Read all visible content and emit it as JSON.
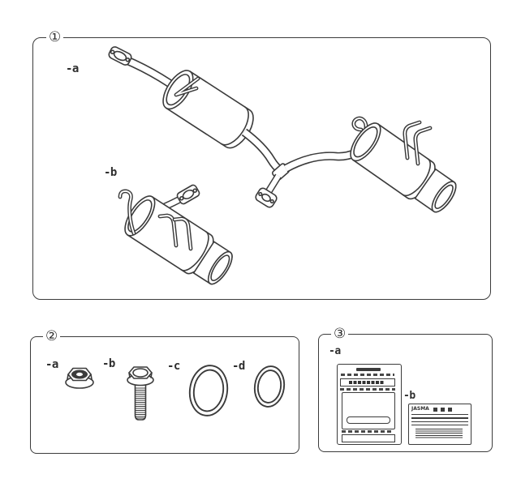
{
  "page": {
    "background": "#ffffff",
    "line_color": "#3b3b3b"
  },
  "panels": [
    {
      "number": "①",
      "name": "exhaust-assembly-panel",
      "parts": [
        {
          "label": "-a",
          "icon": "front-pipe-center-muffler-drawing"
        },
        {
          "label": "-b",
          "icon": "rear-muffler-drawing"
        }
      ]
    },
    {
      "number": "②",
      "name": "hardware-panel",
      "parts": [
        {
          "label": "-a",
          "icon": "flange-nut-icon"
        },
        {
          "label": "-b",
          "icon": "flange-bolt-icon"
        },
        {
          "label": "-c",
          "icon": "large-gasket-ring-icon"
        },
        {
          "label": "-d",
          "icon": "small-gasket-ring-icon"
        }
      ]
    },
    {
      "number": "③",
      "name": "labels-panel",
      "parts": [
        {
          "label": "-a",
          "icon": "certificate-sticker"
        },
        {
          "label": "-b",
          "icon": "jasma-sticker",
          "text": "JASMA"
        }
      ]
    }
  ]
}
